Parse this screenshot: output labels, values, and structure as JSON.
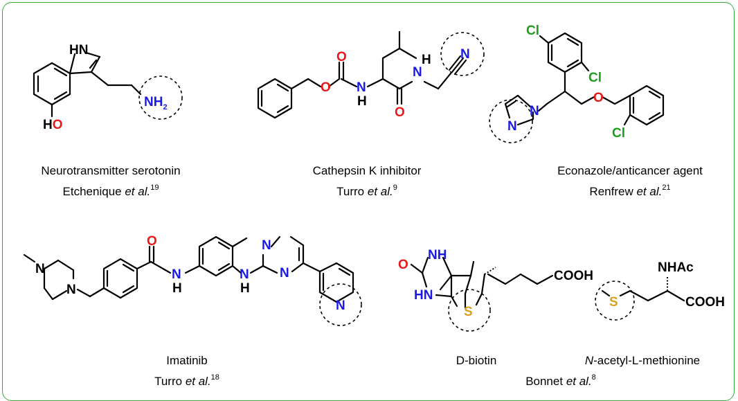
{
  "colors": {
    "frame": "#3aaa3a",
    "nitrogen": "#1a1ae6",
    "oxygen": "#e61a1a",
    "chlorine": "#1f9e1f",
    "sulfur": "#d9a020",
    "carbon": "#000000"
  },
  "molecules": [
    {
      "caption": "Neurotransmitter serotonin",
      "citation": {
        "author": "Etchenique",
        "etal": "et al.",
        "ref": "19"
      },
      "atoms": {
        "nh_ring": "HN",
        "amine": "NH",
        "amine_sub": "2",
        "hydroxyl": "HO"
      }
    },
    {
      "caption": "Cathepsin K inhibitor",
      "citation": {
        "author": "Turro",
        "etal": "et al.",
        "ref": "9"
      },
      "atoms": {
        "o_ester": "O",
        "o_carbonyl1": "O",
        "o_carbonyl2": "O",
        "nh1": "N",
        "h1": "H",
        "nh2": "N",
        "h2": "H",
        "nitrile_n": "N"
      }
    },
    {
      "caption": "Econazole/anticancer agent",
      "citation": {
        "author": "Renfrew",
        "etal": "et al.",
        "ref": "21"
      },
      "atoms": {
        "cl1": "Cl",
        "cl2": "Cl",
        "cl3": "Cl",
        "o_ether": "O",
        "n_imid1": "N",
        "n_imid2": "N"
      }
    },
    {
      "caption": "Imatinib",
      "citation": {
        "author": "Turro",
        "etal": "et al.",
        "ref": "18"
      },
      "atoms": {
        "pip_n1": "N",
        "pip_n2": "N",
        "o_amide": "O",
        "nh_amide": "N",
        "h_amide": "H",
        "nh_link": "N",
        "h_link": "H",
        "pyr_n1": "N",
        "pyr_n2": "N",
        "pyridine_n": "N"
      }
    },
    {
      "caption": "D-biotin",
      "atoms": {
        "o_urea": "O",
        "nh_top": "NH",
        "hn_bottom": "HN",
        "sulfur": "S",
        "acid": "COOH"
      }
    },
    {
      "caption_prefix": "N",
      "caption_rest": "-acetyl-L-methionine",
      "atoms": {
        "sulfur": "S",
        "nhac": "NHAc",
        "acid": "COOH"
      }
    }
  ],
  "shared_citation": {
    "author": "Bonnet",
    "etal": "et al.",
    "ref": "8"
  }
}
